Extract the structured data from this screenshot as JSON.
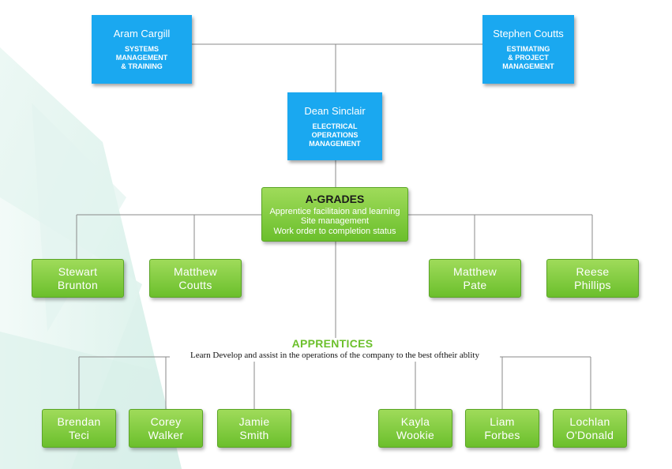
{
  "colors": {
    "manager_blue": "#1aa8f0",
    "staff_green": "#7ccb3c",
    "apprentices_title": "#6cc02c",
    "connector": "#8a8a8a"
  },
  "managers": {
    "aram": {
      "name": "Aram Cargill",
      "role": "SYSTEMS\nMANAGEMENT\n& TRAINING"
    },
    "stephen": {
      "name": "Stephen Coutts",
      "role": "ESTIMATING\n& PROJECT\nMANAGEMENT"
    },
    "dean": {
      "name": "Dean Sinclair",
      "role": "ELECTRICAL\nOPERATIONS\nMANAGEMENT"
    }
  },
  "agrades": {
    "title": "A-GRADES",
    "lines": [
      "Apprentice facilitaion and learning",
      "Site management",
      "Work order to completion status"
    ],
    "members": [
      "Stewart\nBrunton",
      "Matthew\nCoutts",
      "Matthew\nPate",
      "Reese\nPhillips"
    ]
  },
  "apprentices": {
    "title": "APPRENTICES",
    "description": "Learn Develop and assist in the operations of the company to the best oftheir ablity",
    "members": [
      "Brendan\nTeci",
      "Corey\nWalker",
      "Jamie\nSmith",
      "Kayla\nWookie",
      "Liam\nForbes",
      "Lochlan\nO'Donald"
    ]
  }
}
